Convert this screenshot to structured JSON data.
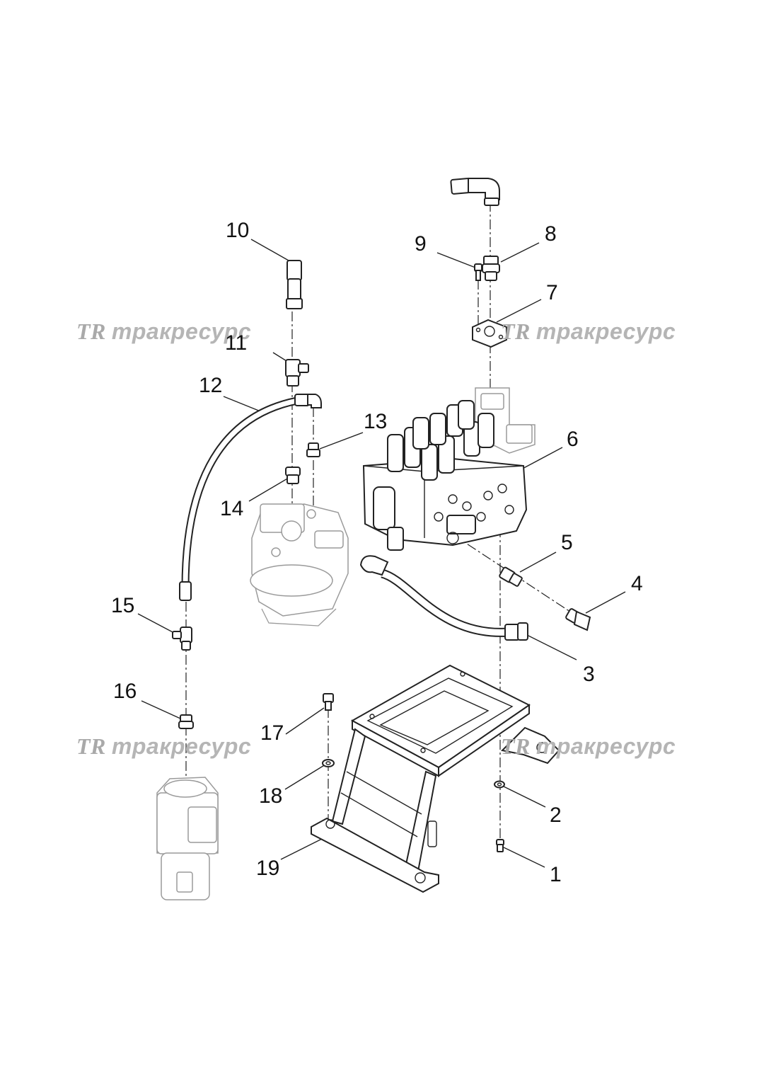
{
  "labels": {
    "p1": "1",
    "p2": "2",
    "p3": "3",
    "p4": "4",
    "p5": "5",
    "p6": "6",
    "p7": "7",
    "p8": "8",
    "p9": "9",
    "p10": "10",
    "p11": "11",
    "p12": "12",
    "p13": "13",
    "p14": "14",
    "p15": "15",
    "p16": "16",
    "p17": "17",
    "p18": "18",
    "p19": "19"
  },
  "watermark": {
    "logo": "TR",
    "text": "тракресурс"
  },
  "colors": {
    "line": "#222222",
    "ghost": "#9a9a9a",
    "watermark": "#b5b5b5"
  }
}
